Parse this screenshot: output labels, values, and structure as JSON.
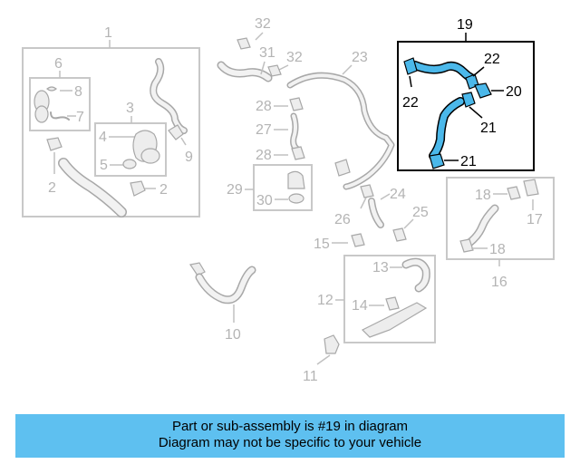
{
  "callouts": {
    "c1": "1",
    "c2a": "2",
    "c2b": "2",
    "c3": "3",
    "c4": "4",
    "c5": "5",
    "c6": "6",
    "c7": "7",
    "c8": "8",
    "c9": "9",
    "c10": "10",
    "c11": "11",
    "c12": "12",
    "c13": "13",
    "c14": "14",
    "c15": "15",
    "c16": "16",
    "c17": "17",
    "c18a": "18",
    "c18b": "18",
    "c19": "19",
    "c20": "20",
    "c21a": "21",
    "c21b": "21",
    "c22a": "22",
    "c22b": "22",
    "c23": "23",
    "c24": "24",
    "c25": "25",
    "c26": "26",
    "c27": "27",
    "c28a": "28",
    "c28b": "28",
    "c29": "29",
    "c30": "30",
    "c31": "31",
    "c32a": "32",
    "c32b": "32"
  },
  "colors": {
    "highlight": "#4bb8ea",
    "banner": "#5ec0f0",
    "muted": "#b4b4b4"
  },
  "banner": {
    "line1": "Part or sub-assembly is #19 in diagram",
    "line2": "Diagram may not be specific to your vehicle"
  }
}
